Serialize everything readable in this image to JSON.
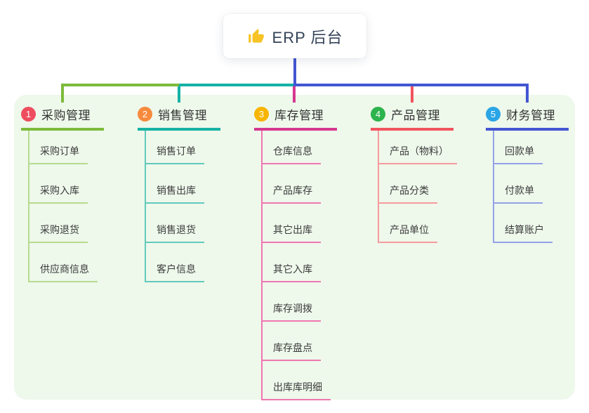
{
  "root": {
    "title": "ERP 后台",
    "icon": "thumbs-up",
    "icon_color": "#f7c325",
    "connector_color": "#4356d2",
    "text_color": "#334258"
  },
  "panel": {
    "background": "#eef8eb"
  },
  "branches": [
    {
      "num": "1",
      "title": "采购管理",
      "badge_color": "#ee4d5f",
      "line_color": "#7dbb3c",
      "child_line_color": "#b6db8e",
      "children": [
        "采购订单",
        "采购入库",
        "采购退货",
        "供应商信息"
      ]
    },
    {
      "num": "2",
      "title": "销售管理",
      "badge_color": "#f78a3d",
      "line_color": "#16b2a5",
      "child_line_color": "#62cabd",
      "children": [
        "销售订单",
        "销售出库",
        "销售退货",
        "客户信息"
      ]
    },
    {
      "num": "3",
      "title": "库存管理",
      "badge_color": "#f7b500",
      "line_color": "#d63890",
      "child_line_color": "#ef77b1",
      "children": [
        "仓库信息",
        "产品库存",
        "其它出库",
        "其它入库",
        "库存调拨",
        "库存盘点",
        "出库库明细"
      ]
    },
    {
      "num": "4",
      "title": "产品管理",
      "badge_color": "#2cb34c",
      "line_color": "#f2545e",
      "child_line_color": "#f79aa0",
      "children": [
        "产品（物料）",
        "产品分类",
        "产品单位"
      ]
    },
    {
      "num": "5",
      "title": "财务管理",
      "badge_color": "#2aa5e5",
      "line_color": "#4356d2",
      "child_line_color": "#93a2e8",
      "children": [
        "回款单",
        "付款单",
        "结算账户"
      ]
    }
  ]
}
